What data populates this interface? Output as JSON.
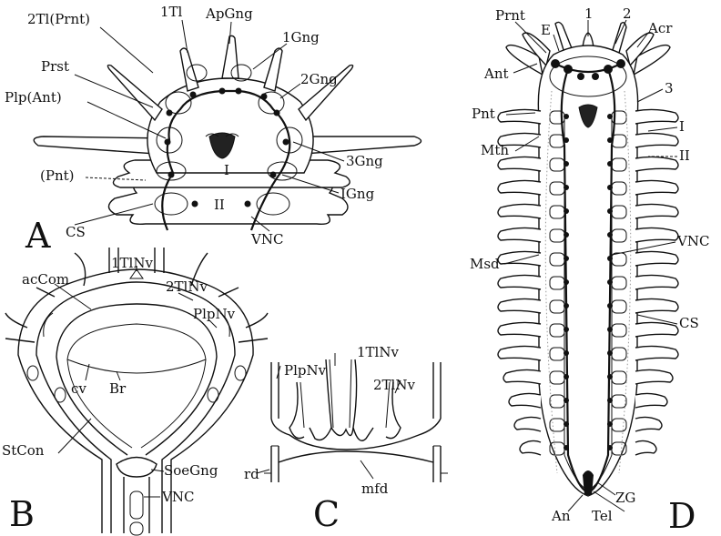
{
  "panels": {
    "A": {
      "letter": "A",
      "labels": {
        "t2_prnt": "2Tl(Prnt)",
        "t1": "1Tl",
        "apgng": "ApGng",
        "gng1": "1Gng",
        "prst": "Prst",
        "gng2": "2Gng",
        "plp_ant": "Plp(Ant)",
        "gng3": "3Gng",
        "seg1": "I",
        "pnt": "(Pnt)",
        "igng": "IGng",
        "seg2": "II",
        "cs": "CS",
        "vnc": "VNC"
      }
    },
    "B": {
      "letter": "B",
      "labels": {
        "tlnv1": "1TlNv",
        "accom": "acCom",
        "tlnv2": "2TlNv",
        "plpnv": "PlpNv",
        "cv": "cv",
        "br": "Br",
        "stcon": "StCon",
        "soegng": "SoeGng",
        "vnc": "VNC"
      }
    },
    "C": {
      "letter": "C",
      "labels": {
        "tlnv1": "1TlNv",
        "plpnv": "PlpNv",
        "tlnv2": "2TlNv",
        "rd": "rd",
        "mfd": "mfd"
      }
    },
    "D": {
      "letter": "D",
      "labels": {
        "prnt": "Prnt",
        "e": "E",
        "n1": "1",
        "n2": "2",
        "acr": "Acr",
        "ant": "Ant",
        "n3": "3",
        "pnt": "Pnt",
        "seg1": "I",
        "mth": "Mth",
        "seg2": "II",
        "vnc": "VNC",
        "msd": "Msd",
        "cs": "CS",
        "zg": "ZG",
        "an": "An",
        "tel": "Tel"
      }
    }
  }
}
